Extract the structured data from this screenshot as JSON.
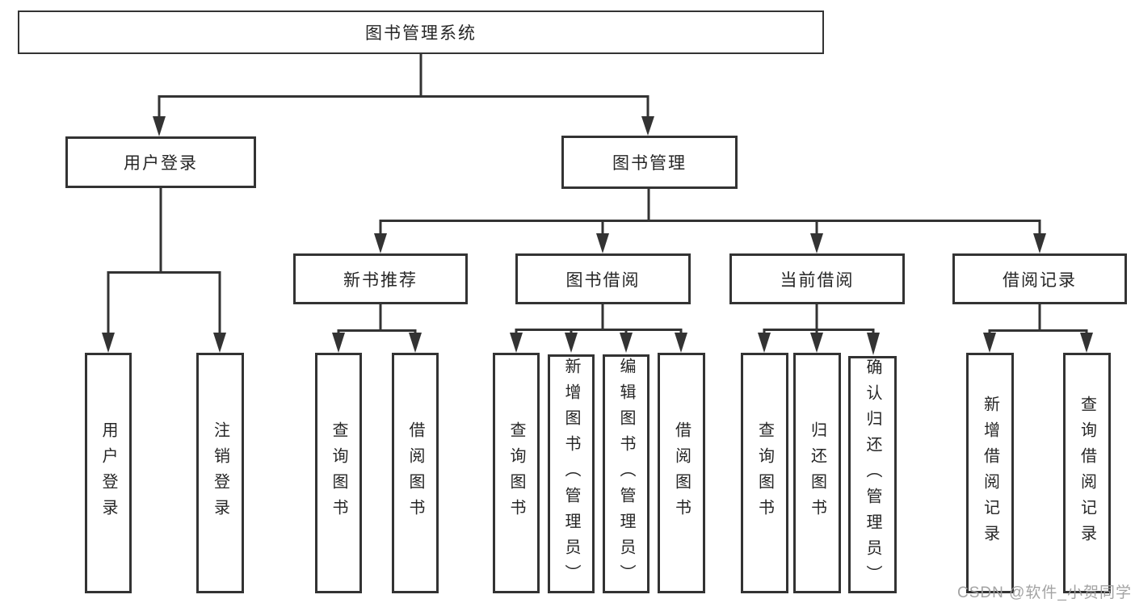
{
  "diagram": {
    "type": "tree",
    "title": "图书管理系统",
    "nodes": {
      "root": {
        "label": "图书管理系统"
      },
      "user_login": {
        "label": "用户登录"
      },
      "book_mgmt": {
        "label": "图书管理"
      },
      "new_book_rec": {
        "label": "新书推荐"
      },
      "book_borrow": {
        "label": "图书借阅"
      },
      "current_borrow": {
        "label": "当前借阅"
      },
      "borrow_records": {
        "label": "借阅记录"
      },
      "ul_login": {
        "label": "用户登录"
      },
      "ul_logout": {
        "label": "注销登录"
      },
      "nbr_query": {
        "label": "查询图书"
      },
      "nbr_borrow": {
        "label": "借阅图书"
      },
      "bb_query": {
        "label": "查询图书"
      },
      "bb_add": {
        "label": "新增图书（管理员）"
      },
      "bb_edit": {
        "label": "编辑图书（管理员）"
      },
      "bb_borrow": {
        "label": "借阅图书"
      },
      "cb_query": {
        "label": "查询图书"
      },
      "cb_return": {
        "label": "归还图书"
      },
      "cb_confirm": {
        "label": "确认归还（管理员）"
      },
      "br_add": {
        "label": "新增借阅记录"
      },
      "br_query": {
        "label": "查询借阅记录"
      }
    },
    "hierarchy": {
      "图书管理系统": [
        "用户登录",
        "图书管理"
      ],
      "用户登录": [
        "用户登录",
        "注销登录"
      ],
      "图书管理": [
        "新书推荐",
        "图书借阅",
        "当前借阅",
        "借阅记录"
      ],
      "新书推荐": [
        "查询图书",
        "借阅图书"
      ],
      "图书借阅": [
        "查询图书",
        "新增图书（管理员）",
        "编辑图书（管理员）",
        "借阅图书"
      ],
      "当前借阅": [
        "查询图书",
        "归还图书",
        "确认归还（管理员）"
      ],
      "借阅记录": [
        "新增借阅记录",
        "查询借阅记录"
      ]
    },
    "watermark": "CSDN @软件_小贺同学",
    "colors": {
      "line": "#333333",
      "background": "#ffffff",
      "text": "#262626",
      "watermark": "#9e9e9e"
    }
  }
}
